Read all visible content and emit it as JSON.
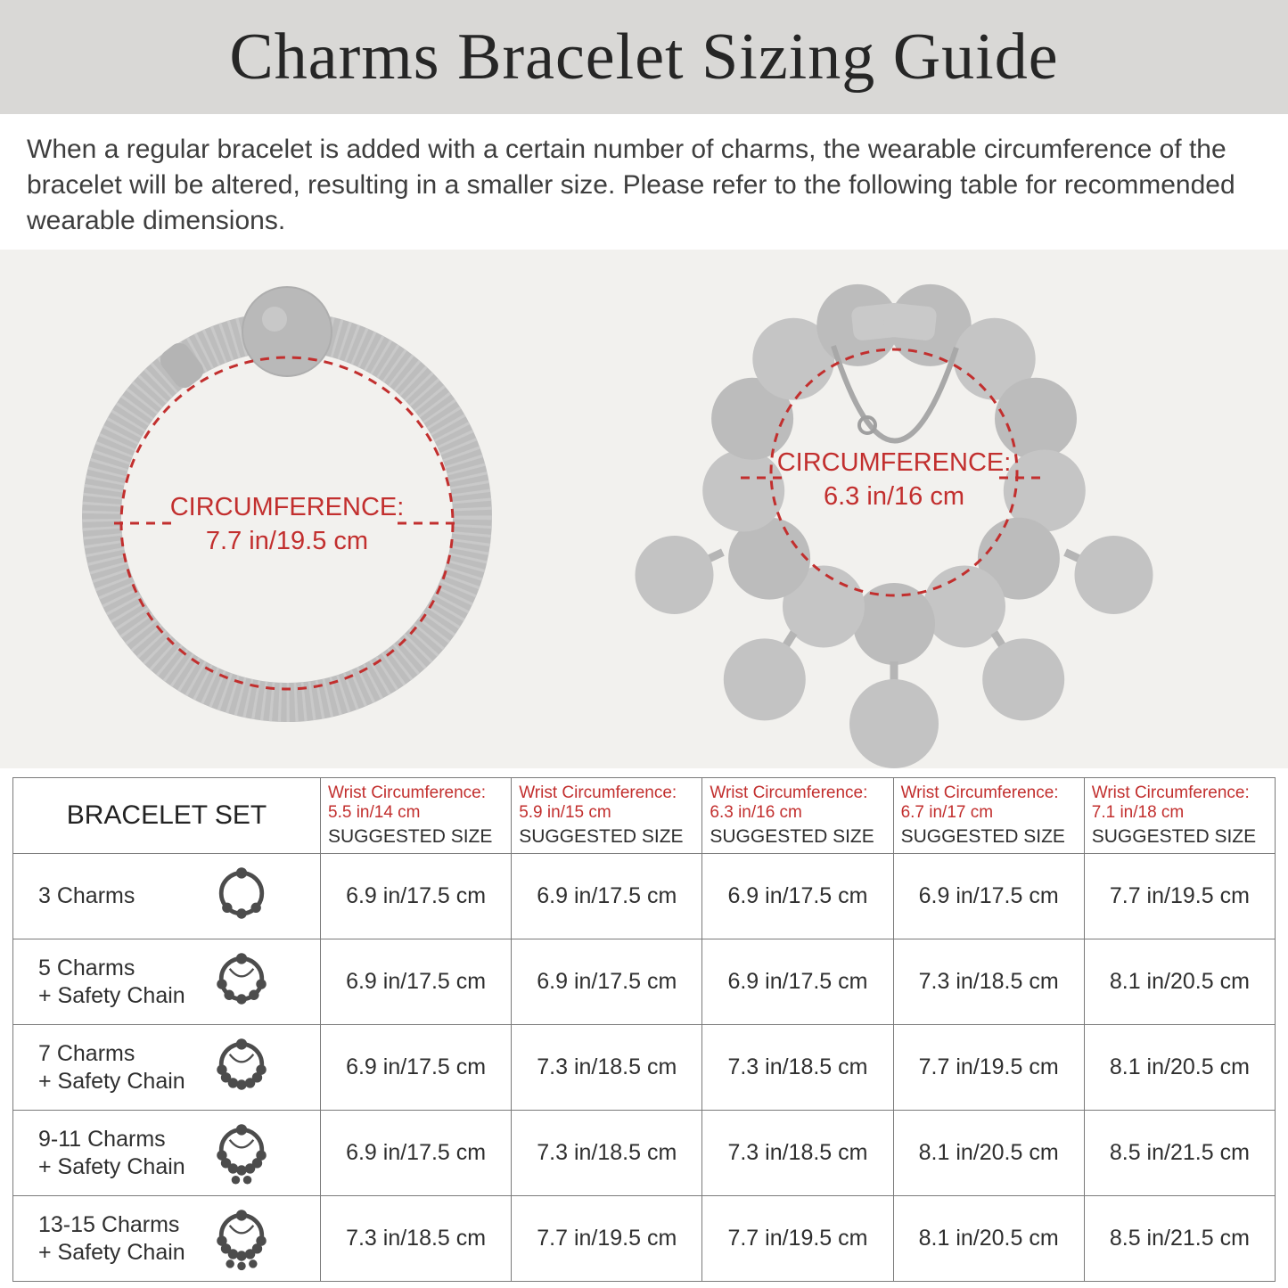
{
  "title": "Charms Bracelet Sizing Guide",
  "intro": "When a regular bracelet is added with a certain number of charms, the wearable circumference of the bracelet will be altered, resulting in a smaller size. Please refer to the following table for recommended wearable dimensions.",
  "colors": {
    "accent_red": "#c22f2e",
    "bracelet_gray": "#bdbdbd"
  },
  "diagrams": {
    "plain": {
      "label": "CIRCUMFERENCE:",
      "value": "7.7 in/19.5 cm"
    },
    "charms": {
      "label": "CIRCUMFERENCE:",
      "value": "6.3 in/16 cm"
    }
  },
  "table": {
    "set_header": "BRACELET SET",
    "wrist_header_prefix": "Wrist Circumference:",
    "suggested_label": "SUGGESTED SIZE",
    "columns": [
      "5.5 in/14 cm",
      "5.9 in/15 cm",
      "6.3 in/16 cm",
      "6.7 in/17 cm",
      "7.1 in/18 cm"
    ],
    "rows": [
      {
        "label_lines": [
          "3 Charms"
        ],
        "icon": {
          "name": "bracelet-3-charms-icon",
          "charms": 3,
          "safety_chain": false
        },
        "values": [
          "6.9 in/17.5 cm",
          "6.9 in/17.5 cm",
          "6.9 in/17.5 cm",
          "6.9 in/17.5 cm",
          "7.7 in/19.5 cm"
        ]
      },
      {
        "label_lines": [
          "5 Charms",
          "+ Safety Chain"
        ],
        "icon": {
          "name": "bracelet-5-charms-chain-icon",
          "charms": 5,
          "safety_chain": true
        },
        "values": [
          "6.9 in/17.5 cm",
          "6.9 in/17.5 cm",
          "6.9 in/17.5 cm",
          "7.3 in/18.5 cm",
          "8.1 in/20.5 cm"
        ]
      },
      {
        "label_lines": [
          "7 Charms",
          "+ Safety Chain"
        ],
        "icon": {
          "name": "bracelet-7-charms-chain-icon",
          "charms": 7,
          "safety_chain": true
        },
        "values": [
          "6.9 in/17.5 cm",
          "7.3 in/18.5 cm",
          "7.3 in/18.5 cm",
          "7.7 in/19.5 cm",
          "8.1 in/20.5 cm"
        ]
      },
      {
        "label_lines": [
          "9-11 Charms",
          "+ Safety Chain"
        ],
        "icon": {
          "name": "bracelet-9-11-charms-chain-icon",
          "charms": 10,
          "safety_chain": true
        },
        "values": [
          "6.9 in/17.5 cm",
          "7.3 in/18.5 cm",
          "7.3 in/18.5 cm",
          "8.1 in/20.5 cm",
          "8.5 in/21.5 cm"
        ]
      },
      {
        "label_lines": [
          "13-15 Charms",
          "+ Safety Chain"
        ],
        "icon": {
          "name": "bracelet-13-15-charms-chain-icon",
          "charms": 14,
          "safety_chain": true
        },
        "values": [
          "7.3 in/18.5 cm",
          "7.7 in/19.5 cm",
          "7.7 in/19.5 cm",
          "8.1 in/20.5 cm",
          "8.5 in/21.5 cm"
        ]
      }
    ]
  }
}
